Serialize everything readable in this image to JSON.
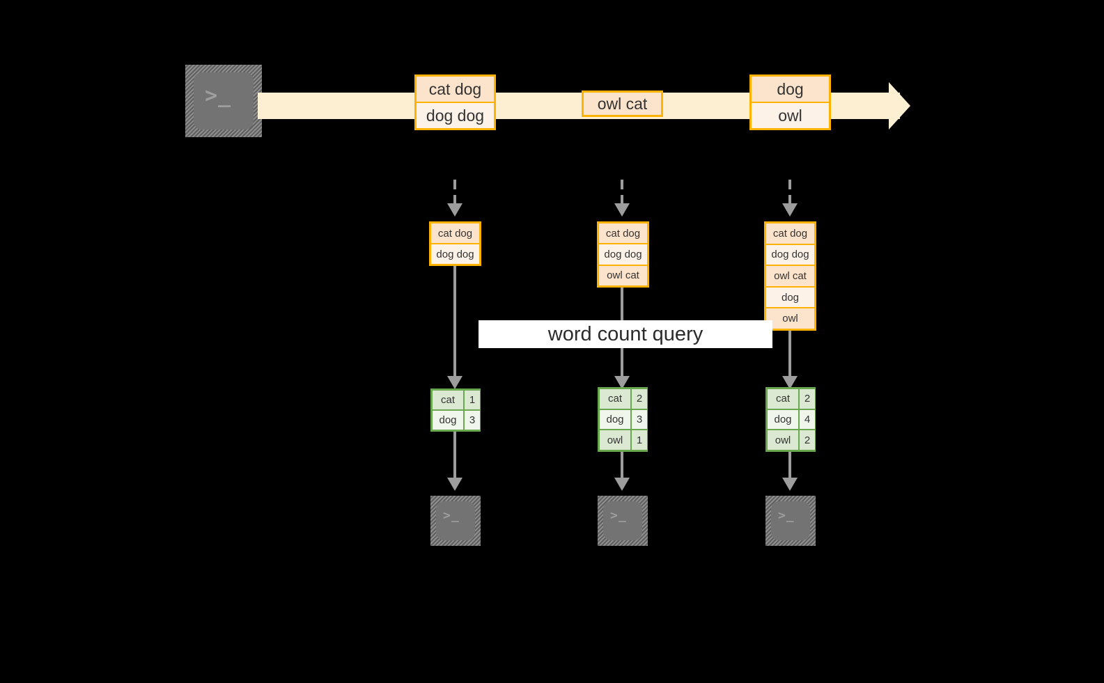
{
  "diagram": {
    "title": "word count streaming query",
    "colors": {
      "background": "#000000",
      "stream": "#fdf0d2",
      "record_border": "#ffb300",
      "record_fill_dark": "#fce3cb",
      "record_fill_light": "#fdf2e8",
      "result_border": "#6aa84f",
      "result_fill_dark": "#dce9d2",
      "result_fill_light": "#f1f6ec",
      "connector": "#9d9d9d",
      "terminal_face": "#737373",
      "banner_background": "#ffffff",
      "text": "#333333"
    }
  },
  "source": {
    "icon": "terminal-icon",
    "prompt": ">_"
  },
  "stream": {
    "label": "input-event-stream",
    "events": [
      {
        "name": "event-1",
        "lines": [
          {
            "text": "cat dog",
            "shade": "dark"
          },
          {
            "text": "dog dog",
            "shade": "light"
          }
        ]
      },
      {
        "name": "event-2",
        "lines": [
          {
            "text": "owl cat",
            "shade": "dark"
          }
        ]
      },
      {
        "name": "event-3",
        "lines": [
          {
            "text": "dog",
            "shade": "dark"
          },
          {
            "text": "owl",
            "shade": "light"
          }
        ]
      }
    ]
  },
  "query": {
    "banner_label": "word count query"
  },
  "snapshots": [
    {
      "name": "snapshot-1",
      "input_rows": [
        {
          "text": "cat dog",
          "shade": "dark"
        },
        {
          "text": "dog dog",
          "shade": "light"
        }
      ],
      "result_rows": [
        {
          "word": "cat",
          "count": "1",
          "shade": "dark"
        },
        {
          "word": "dog",
          "count": "3",
          "shade": "light"
        }
      ],
      "sink_icon": "terminal-icon",
      "sink_prompt": ">_"
    },
    {
      "name": "snapshot-2",
      "input_rows": [
        {
          "text": "cat dog",
          "shade": "dark"
        },
        {
          "text": "dog dog",
          "shade": "light"
        },
        {
          "text": "owl cat",
          "shade": "dark"
        }
      ],
      "result_rows": [
        {
          "word": "cat",
          "count": "2",
          "shade": "dark"
        },
        {
          "word": "dog",
          "count": "3",
          "shade": "light"
        },
        {
          "word": "owl",
          "count": "1",
          "shade": "dark"
        }
      ],
      "sink_icon": "terminal-icon",
      "sink_prompt": ">_"
    },
    {
      "name": "snapshot-3",
      "input_rows": [
        {
          "text": "cat dog",
          "shade": "dark"
        },
        {
          "text": "dog dog",
          "shade": "light"
        },
        {
          "text": "owl cat",
          "shade": "dark"
        },
        {
          "text": "dog",
          "shade": "light"
        },
        {
          "text": "owl",
          "shade": "dark"
        }
      ],
      "result_rows": [
        {
          "word": "cat",
          "count": "2",
          "shade": "dark"
        },
        {
          "word": "dog",
          "count": "4",
          "shade": "light"
        },
        {
          "word": "owl",
          "count": "2",
          "shade": "dark"
        }
      ],
      "sink_icon": "terminal-icon",
      "sink_prompt": ">_"
    }
  ]
}
